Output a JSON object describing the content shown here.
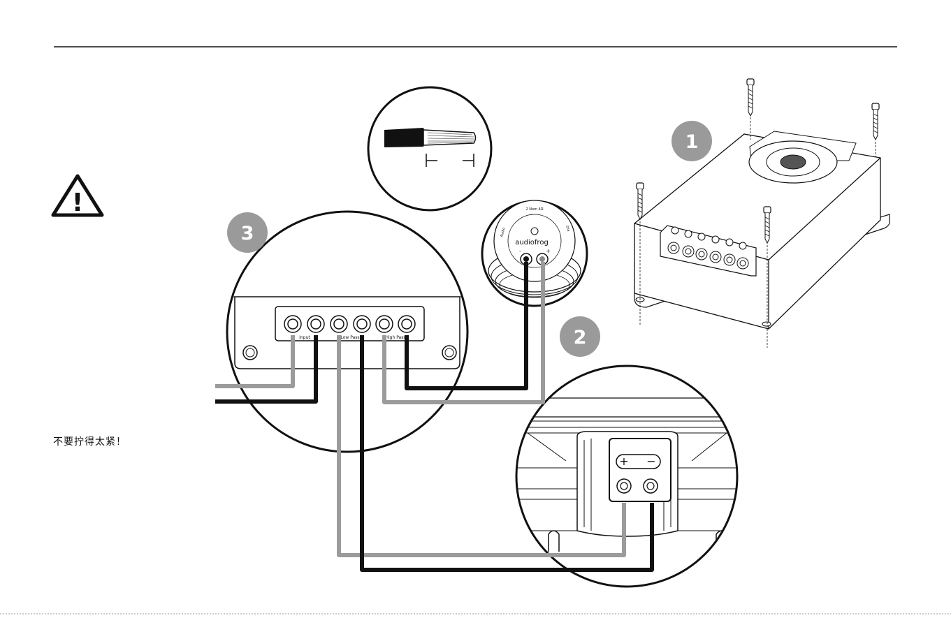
{
  "steps": {
    "one": "1",
    "two": "2",
    "three": "3"
  },
  "warning": {
    "symbol": "!",
    "text": "不要拧得太紧！"
  },
  "crossover": {
    "input_label": "Input",
    "low_pass_label": "Low Pass",
    "high_pass_label": "High Pass"
  },
  "tweeter": {
    "brand": "audiofrog",
    "spec": "2 Nom 4Ω",
    "minus": "-",
    "plus": "+",
    "side_left": "Audio",
    "side_right": "Dia"
  },
  "woofer_terminal": {
    "plus": "+",
    "minus": "−"
  },
  "colors": {
    "wire_black": "#111111",
    "wire_grey": "#9b9b9b",
    "badge": "#9a9a9a",
    "line": "#111111"
  },
  "icons": [
    "warning-triangle-icon",
    "screw-icon",
    "stripped-wire-icon"
  ]
}
